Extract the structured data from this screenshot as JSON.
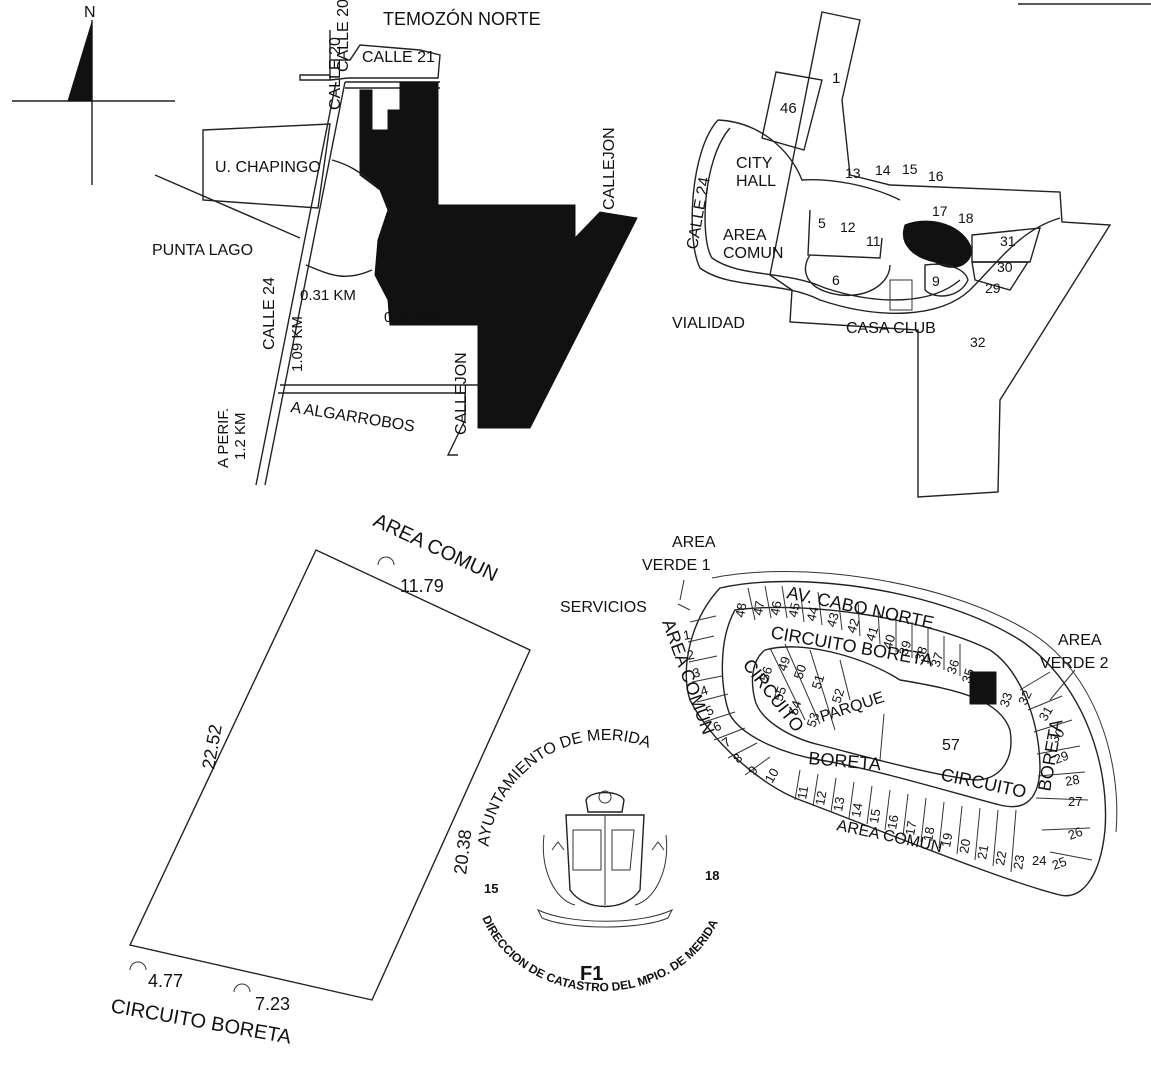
{
  "north": "N",
  "location": {
    "temozon_norte": "TEMOZÓN NORTE",
    "calle_20": "CALLE 20",
    "calle_21": "CALLE 21",
    "u_chapingo": "U. CHAPINGO",
    "punta_lago": "PUNTA LAGO",
    "calle_24": "CALLE 24",
    "callejon_top": "CALLEJON",
    "callejon_bottom": "CALLEJON",
    "dist_031": "0.31 KM",
    "dist_067": "0.67 KM",
    "dist_109": "1.09 KM",
    "a_perif": "A PERIF.",
    "dist_12": "1.2 KM",
    "a_algarrobos": "A ALGARROBOS"
  },
  "master_plan": {
    "calle_24": "CALLE 24",
    "city_hall_1": "CITY",
    "city_hall_2": "HALL",
    "area_comun_1": "AREA",
    "area_comun_2": "COMUN",
    "vialidad": "VIALIDAD",
    "casa_club": "CASA CLUB",
    "lots": [
      "1",
      "46",
      "13",
      "14",
      "15",
      "16",
      "17",
      "18",
      "5",
      "12",
      "11",
      "31",
      "30",
      "9",
      "29",
      "6",
      "32"
    ]
  },
  "parcel": {
    "area_comun": "AREA COMUN",
    "arc_1179": "11.79",
    "side_2252": "22.52",
    "side_2038": "20.38",
    "arc_477": "4.77",
    "arc_723": "7.23",
    "circuito_boreta": "CIRCUITO BORETA"
  },
  "seal": {
    "top": "AYUNTAMIENTO DE MERIDA",
    "bottom": "DIRECCION DE CATASTRO DEL MPIO. DE MERIDA",
    "left_num": "15",
    "right_num": "18",
    "code": "F1"
  },
  "subdivision": {
    "area_verde_1a": "AREA",
    "area_verde_1b": "VERDE 1",
    "servicios": "SERVICIOS",
    "av_cabo_norte": "AV.  CABO NORTE",
    "area_verde_2a": "AREA",
    "area_verde_2b": "VERDE 2",
    "circuito_boreta_top": "CIRCUITO BORETA",
    "circuito_left": "CIRCUITO",
    "boreta_mid": "BORETA",
    "circuito_right": "CIRCUITO",
    "boreta_right": "BORETA",
    "parque": "PARQUE",
    "area_comun_left": "AREA COMUN",
    "area_comun_bottom": "AREA COMUN",
    "lot_57": "57",
    "top_row": [
      "48",
      "47",
      "46",
      "45",
      "44",
      "43",
      "42",
      "41",
      "40",
      "39",
      "38",
      "37",
      "36",
      "35"
    ],
    "inner_row": [
      "56",
      "49",
      "55",
      "50",
      "54",
      "51",
      "53",
      "52"
    ],
    "left_col": [
      "1",
      "2",
      "3",
      "4",
      "5",
      "6",
      "7",
      "8",
      "9",
      "10"
    ],
    "bottom_row": [
      "11",
      "12",
      "13",
      "14",
      "15",
      "16",
      "17",
      "18",
      "19",
      "20",
      "21",
      "22",
      "23",
      "24"
    ],
    "right_col": [
      "33",
      "32",
      "31",
      "30",
      "29",
      "28",
      "27",
      "26",
      "25"
    ]
  }
}
